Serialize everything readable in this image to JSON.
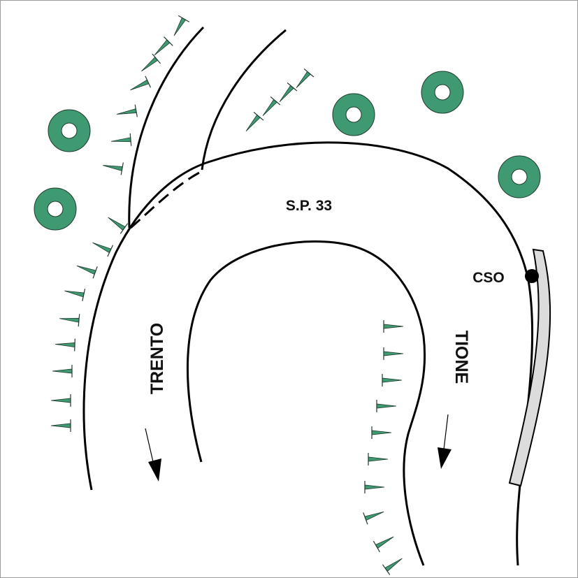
{
  "labels": {
    "road_name": "S.P. 33",
    "direction_left": "TRENTO",
    "direction_right": "TIONE",
    "point_marker": "CSO"
  },
  "colors": {
    "road_line": "#000000",
    "vegetation": "#3f9a72",
    "vegetation_outline": "#1f3b2e",
    "barrier_fill": "#dcdcdc",
    "marker": "#000000"
  },
  "icons": {
    "embankment": "slope-tick-icon",
    "tree": "tree-canopy-icon",
    "direction": "arrow-down-icon",
    "point": "filled-circle-icon"
  }
}
